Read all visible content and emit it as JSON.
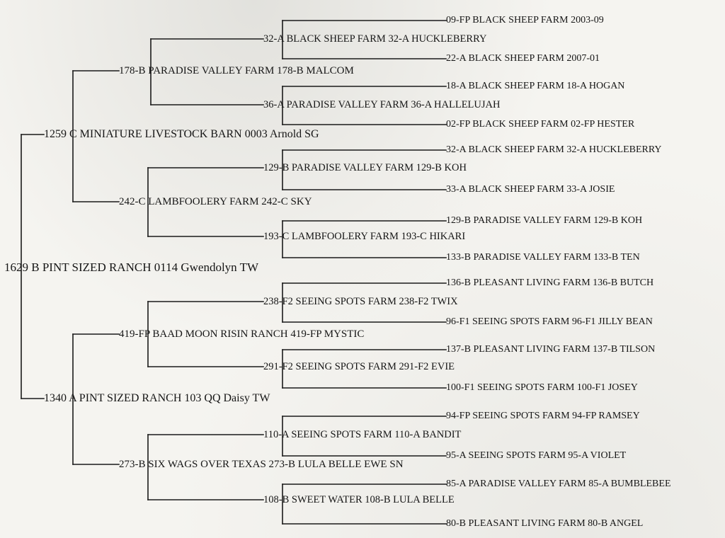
{
  "pedigree": {
    "subject": "1629 B PINT SIZED RANCH 0114 Gwendolyn TW",
    "sire": "1259 C MINIATURE LIVESTOCK BARN 0003 Arnold SG",
    "dam": "1340 A PINT SIZED RANCH 103 QQ Daisy TW",
    "sire_sire": "178-B PARADISE VALLEY FARM 178-B MALCOM",
    "sire_dam": "242-C LAMBFOOLERY FARM 242-C SKY",
    "dam_sire": "419-FP BAAD MOON RISIN RANCH 419-FP MYSTIC",
    "dam_dam": "273-B SIX WAGS OVER TEXAS 273-B LULA BELLE EWE SN",
    "gen3": [
      "32-A BLACK SHEEP FARM 32-A HUCKLEBERRY",
      "36-A PARADISE VALLEY FARM 36-A HALLELUJAH",
      "129-B PARADISE VALLEY FARM 129-B KOH",
      "193-C LAMBFOOLERY FARM 193-C HIKARI",
      "238-F2 SEEING SPOTS FARM 238-F2 TWIX",
      "291-F2 SEEING SPOTS FARM 291-F2 EVIE",
      "110-A SEEING SPOTS FARM 110-A BANDIT",
      "108-B SWEET WATER 108-B LULA BELLE"
    ],
    "gen4": [
      "09-FP BLACK SHEEP FARM 2003-09",
      "22-A BLACK SHEEP FARM 2007-01",
      "18-A BLACK SHEEP FARM 18-A HOGAN",
      "02-FP BLACK SHEEP FARM 02-FP HESTER",
      "32-A BLACK SHEEP FARM 32-A HUCKLEBERRY",
      "33-A BLACK SHEEP FARM 33-A JOSIE",
      "129-B PARADISE VALLEY FARM 129-B KOH",
      "133-B PARADISE VALLEY FARM 133-B TEN",
      "136-B PLEASANT LIVING FARM 136-B BUTCH",
      "96-F1 SEEING SPOTS FARM 96-F1 JILLY BEAN",
      "137-B PLEASANT LIVING FARM 137-B TILSON",
      "100-F1 SEEING SPOTS FARM 100-F1 JOSEY",
      "94-FP SEEING SPOTS FARM 94-FP RAMSEY",
      "95-A SEEING SPOTS FARM 95-A VIOLET",
      "85-A PARADISE VALLEY FARM 85-A BUMBLEBEE",
      "80-B PLEASANT LIVING FARM 80-B ANGEL"
    ]
  }
}
